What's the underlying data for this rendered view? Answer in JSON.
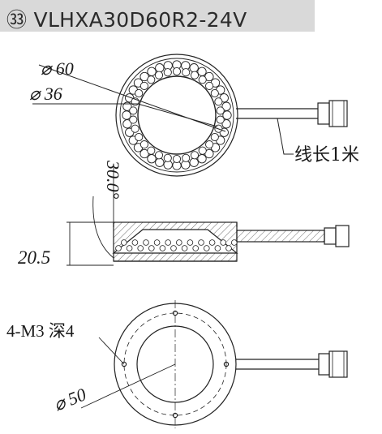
{
  "header": {
    "title": "㉝ VLHXA30D60R2-24V",
    "background": "#d9d9d9"
  },
  "top_view": {
    "outer_diameter_label": "⌀ 60",
    "inner_diameter_label": "⌀ 36",
    "cable_label": "线长1米"
  },
  "side_view": {
    "angle_label": "30.0°",
    "height_label": "20.5"
  },
  "bottom_view": {
    "hole_label": "4-M3  深4",
    "diameter_label": "⌀ 50"
  },
  "colors": {
    "line": "#222222",
    "hatch": "#444444"
  }
}
